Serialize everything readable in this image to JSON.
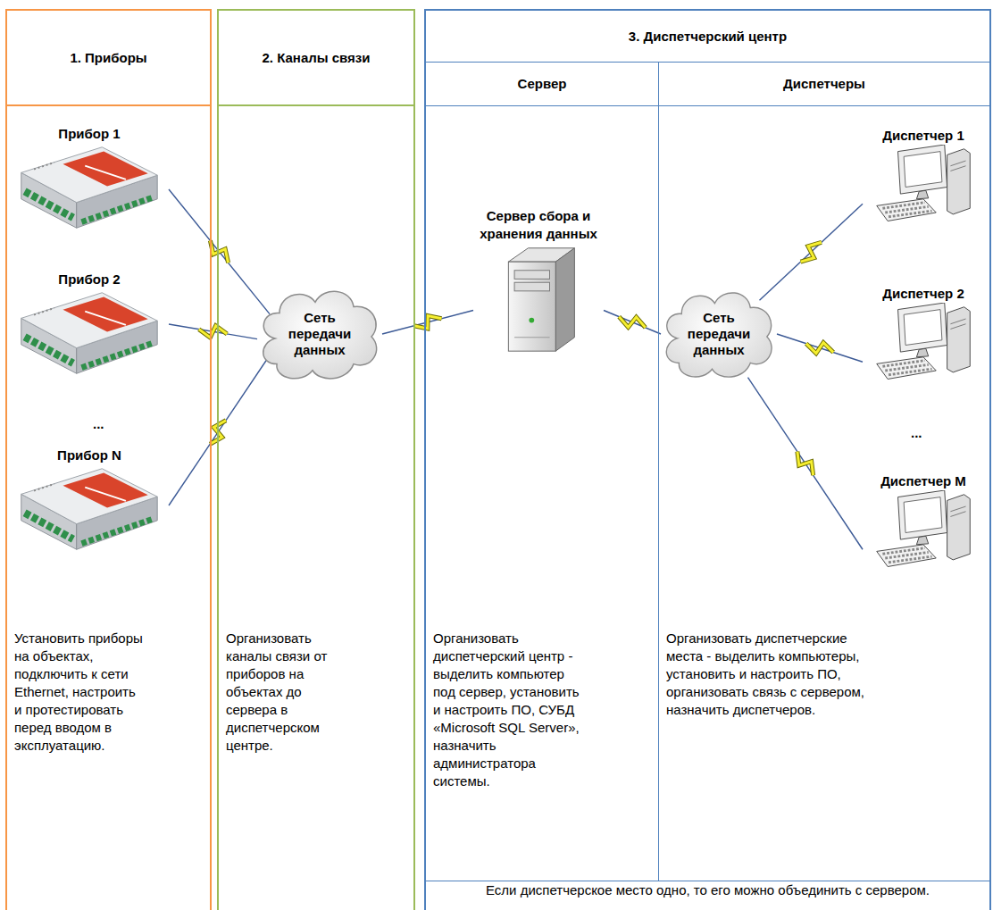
{
  "diagram": {
    "nodes": [
      {
        "text": [
          "1. Приборы",
          "Установить приборы на объектах, подключить к сети Ethernet, настроить и протестировать перед вводом в эксплуатацию."
        ]
      },
      {
        "text": [
          "Прибор 1"
        ],
        "in": 0
      },
      {
        "text": [
          "Прибор 2"
        ],
        "in": 0
      },
      {
        "text": [
          "Прибор N"
        ],
        "in": 0
      },
      {
        "text": [
          "2. Каналы связи",
          "Организовать каналы связи от приборов на объектах до сервера в диспетчерском центре."
        ]
      },
      {
        "text": [
          "Сеть передачи данных"
        ],
        "in": 4
      },
      {
        "text": [
          "3. Диспетчерский центр",
          "Если диспетчерское место одно, то его можно объединить с сервером."
        ]
      },
      {
        "text": [
          "Сервер",
          "Организовать диспетчерский центр - выделить компьютер под сервер, установить и настроить ПО, СУБД «Microsoft SQL Server», назначить администратора системы."
        ],
        "in": 6
      },
      {
        "text": [
          "Сервер сбора и хранения данных"
        ],
        "in": 7
      },
      {
        "text": [
          "Диспетчеры",
          "Организовать диспетчерские места - выделить компьютеры, установить и настроить ПО, организовать связь с сервером, назначить диспетчеров."
        ],
        "in": 6
      },
      {
        "text": [
          "Сеть передачи данных"
        ],
        "in": 9
      },
      {
        "text": [
          "Диспетчер 1"
        ],
        "in": 9
      },
      {
        "text": [
          "Диспетчер 2"
        ],
        "in": 9
      },
      {
        "text": [
          "Диспетчер M"
        ],
        "in": 9
      }
    ],
    "edges": [
      {
        "from": 1,
        "to": 5,
        "arrow": "none"
      },
      {
        "from": 2,
        "to": 5,
        "arrow": "none"
      },
      {
        "from": 3,
        "to": 5,
        "arrow": "none"
      },
      {
        "from": 5,
        "to": 8,
        "arrow": "none"
      },
      {
        "from": 8,
        "to": 10,
        "arrow": "none"
      },
      {
        "from": 10,
        "to": 11,
        "arrow": "none"
      },
      {
        "from": 10,
        "to": 12,
        "arrow": "none"
      },
      {
        "from": 10,
        "to": 13,
        "arrow": "none"
      }
    ],
    "labels": [
      "...",
      "..."
    ]
  }
}
